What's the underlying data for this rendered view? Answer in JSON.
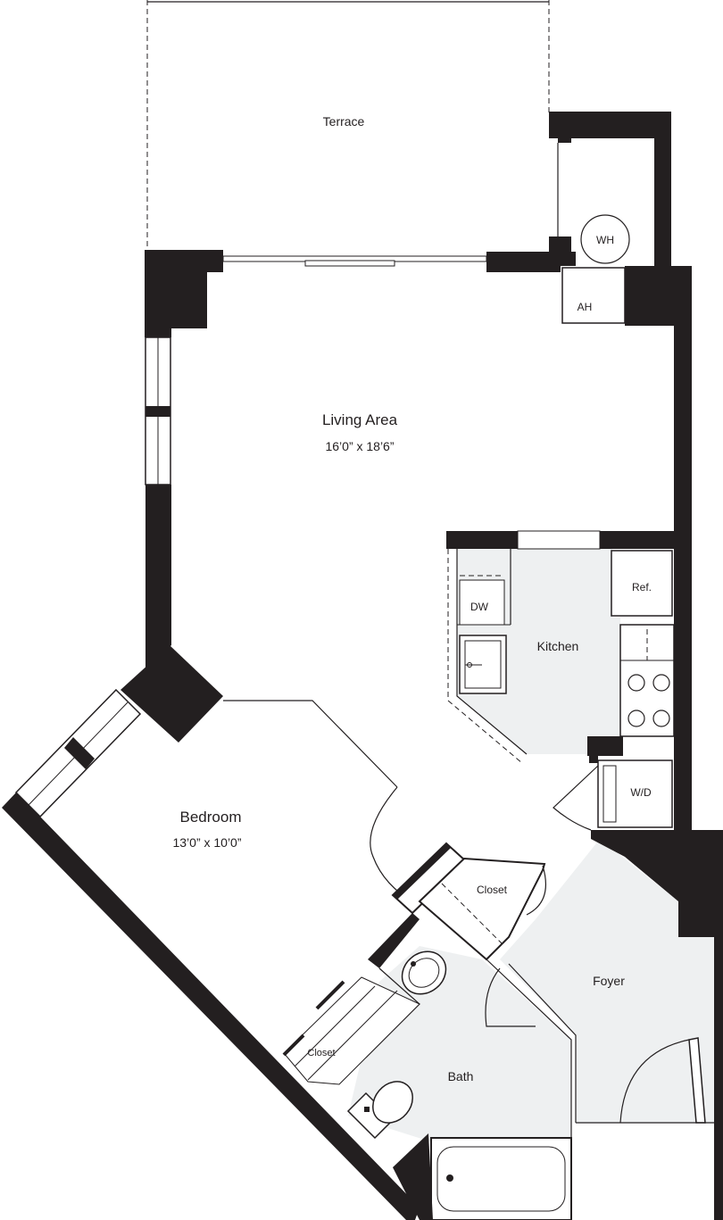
{
  "floor_plan": {
    "rooms": {
      "terrace": {
        "name": "Terrace"
      },
      "living_area": {
        "name": "Living Area",
        "dimensions": "16’0” x 18’6”"
      },
      "kitchen": {
        "name": "Kitchen"
      },
      "bedroom": {
        "name": "Bedroom",
        "dimensions": "13’0” x 10’0”"
      },
      "bath": {
        "name": "Bath"
      },
      "foyer": {
        "name": "Foyer"
      },
      "closet_hall": {
        "name": "Closet"
      },
      "closet_bedroom": {
        "name": "Closet"
      }
    },
    "fixtures": {
      "water_heater": "WH",
      "air_handler": "AH",
      "dishwasher": "DW",
      "refrigerator": "Ref.",
      "washer_dryer": "W/D"
    },
    "colors": {
      "wall": "#231f20",
      "shaded_floor": "#eef0f1",
      "background": "#ffffff"
    }
  }
}
